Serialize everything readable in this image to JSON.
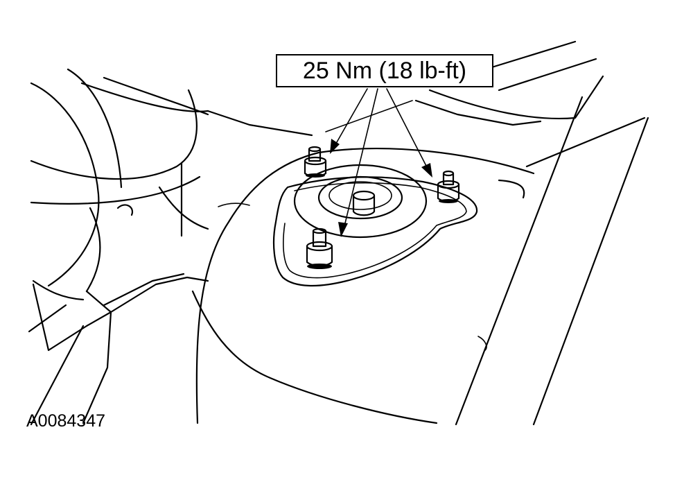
{
  "callout": {
    "torque_label": "25 Nm (18 lb-ft)"
  },
  "figure": {
    "id": "A0084347"
  },
  "colors": {
    "line": "#000000",
    "background": "#ffffff"
  },
  "parts": [
    "strut-mount",
    "mounting-nut",
    "mounting-nut",
    "mounting-nut",
    "strut-center-stud",
    "strut-tower"
  ]
}
